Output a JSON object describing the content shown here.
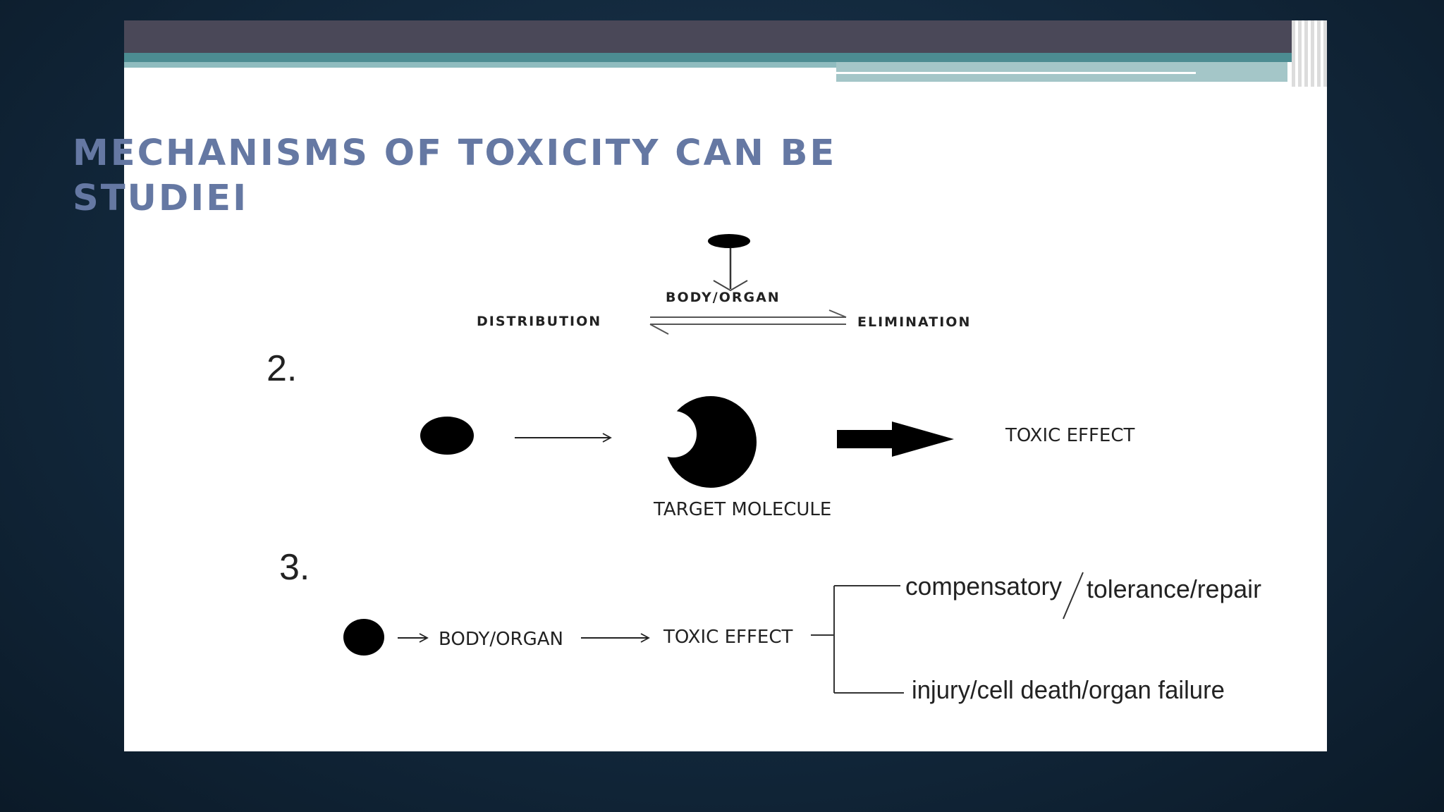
{
  "title": {
    "line1": "MECHANISMS OF TOXICITY CAN BE",
    "line2": "STUDIEI"
  },
  "colors": {
    "background": "#12283c",
    "title": "#6578a3",
    "header_dark": "#4a4858",
    "header_teal": "#4c8c92"
  },
  "section1": {
    "organ_label": "BODY/ORGAN",
    "left_label": "DISTRIBUTION",
    "right_label": "ELIMINATION"
  },
  "section2": {
    "number": "2.",
    "target_label": "TARGET MOLECULE",
    "effect_label": "TOXIC EFFECT"
  },
  "section3": {
    "number": "3.",
    "organ_label": "BODY/ORGAN",
    "effect_label": "TOXIC EFFECT",
    "branch_upper_left": "compensatory",
    "branch_upper_right": "tolerance/repair",
    "branch_lower": "injury/cell death/organ failure"
  }
}
